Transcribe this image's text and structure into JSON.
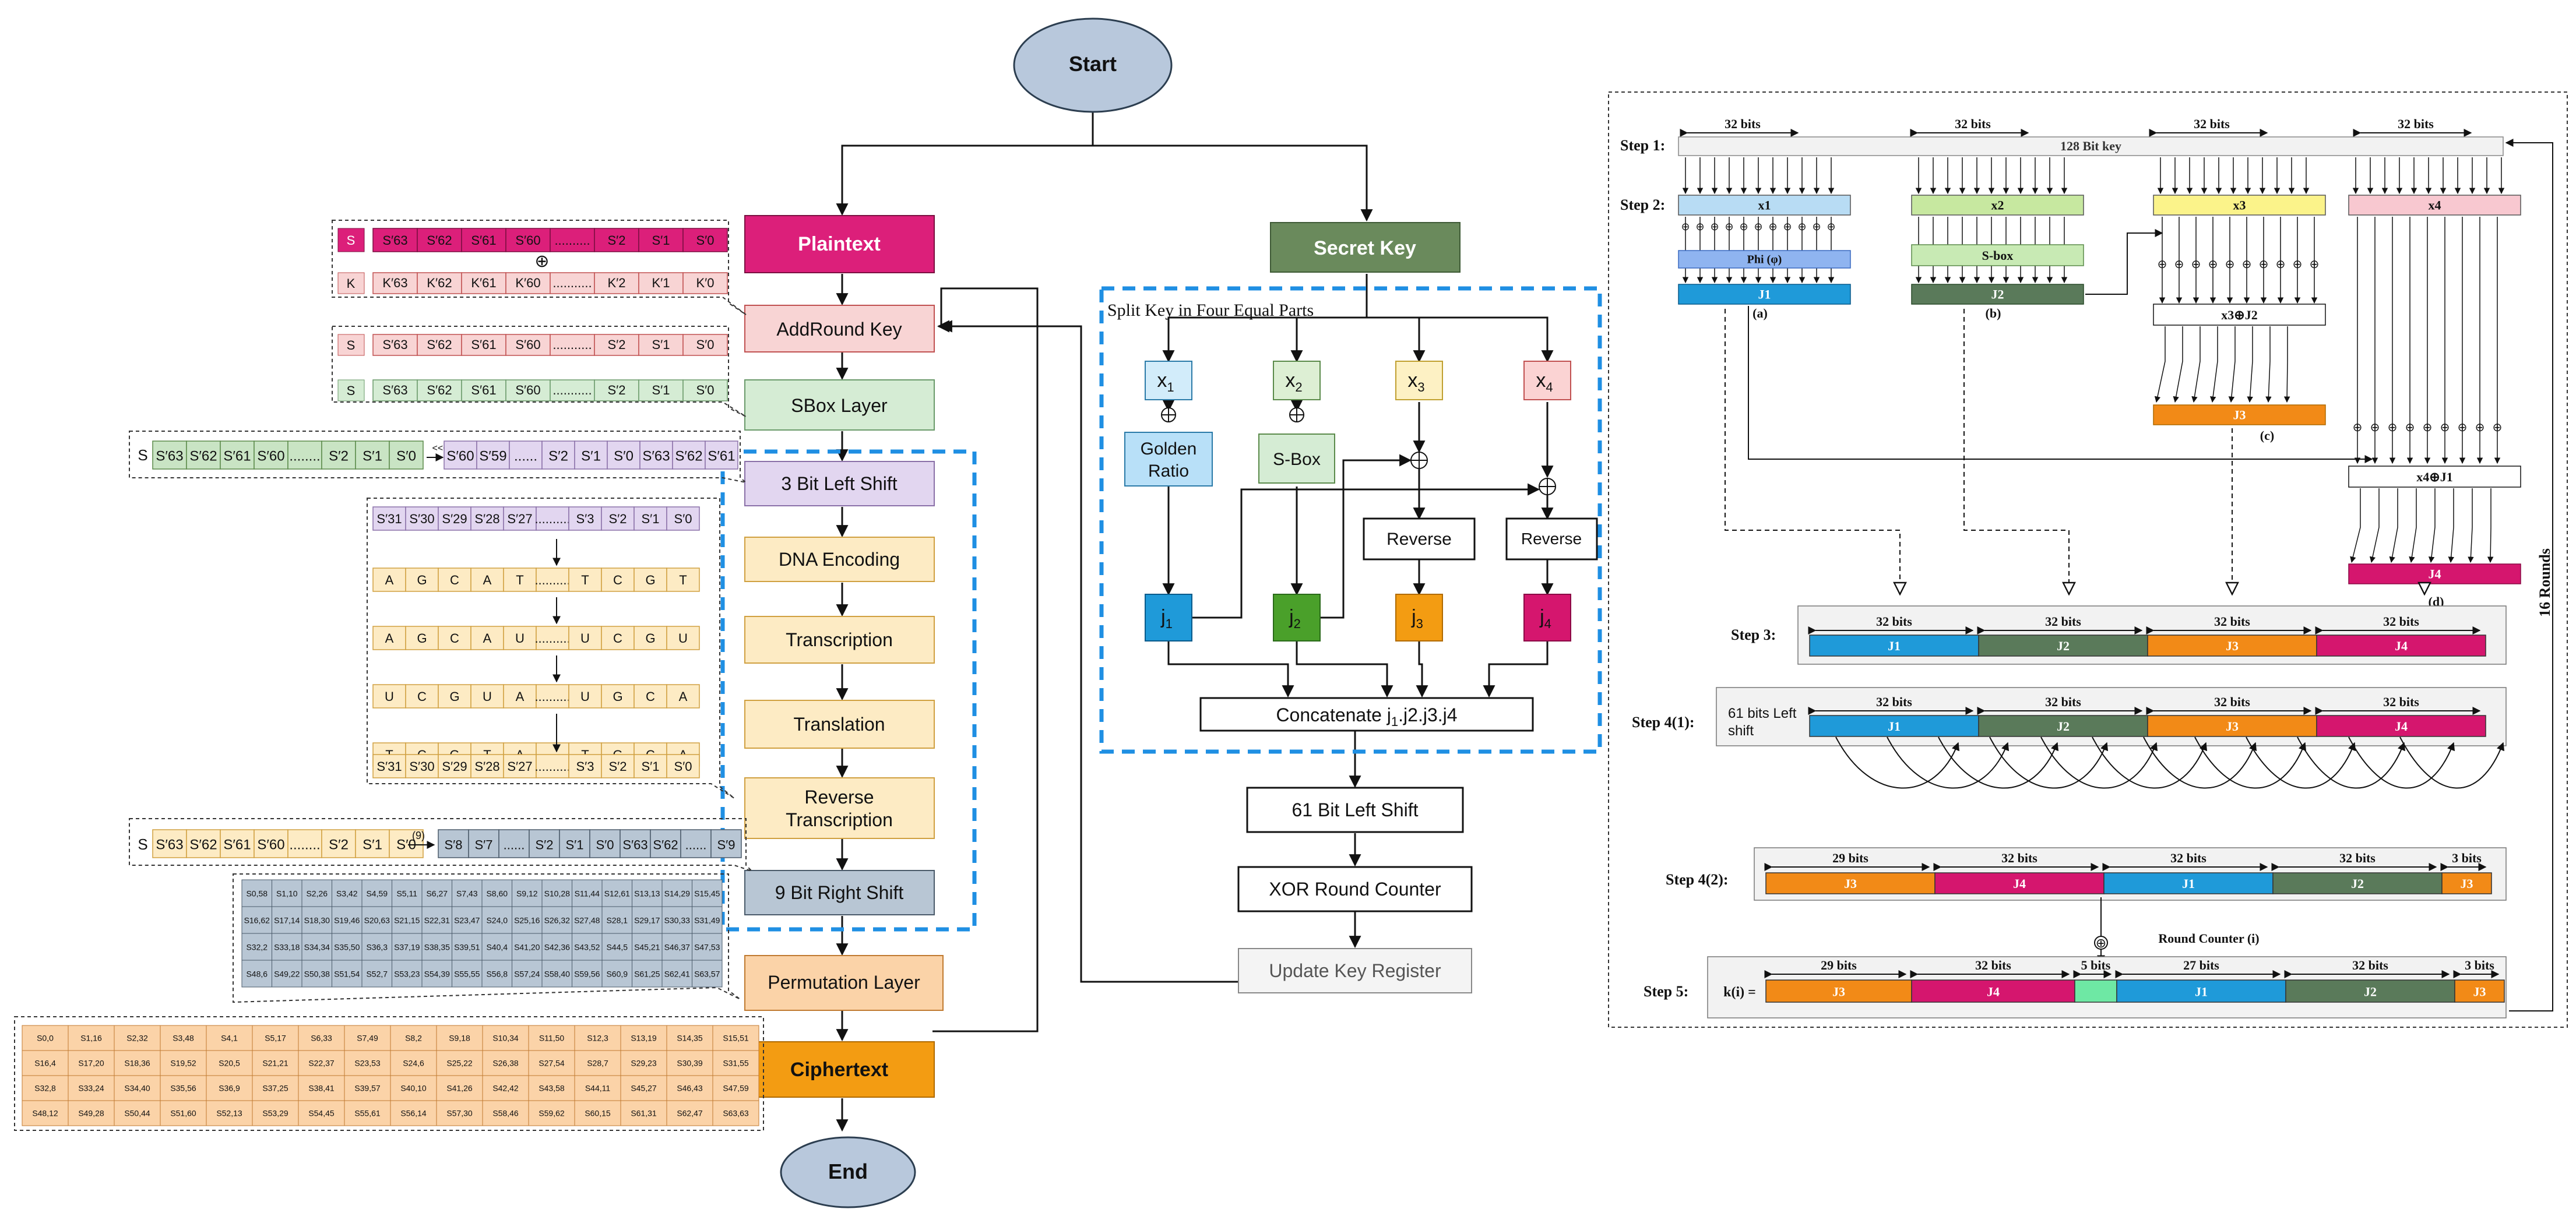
{
  "flow": {
    "start": "Start",
    "end": "End",
    "plaintext": "Plaintext",
    "secret_key": "Secret Key",
    "ciphertext": "Ciphertext",
    "addroundkey": "AddRound Key",
    "sbox": "SBox Layer",
    "shift3": "3 Bit Left Shift",
    "dna": "DNA Encoding",
    "transcription": "Transcription",
    "translation": "Translation",
    "reverse_l1": "Reverse",
    "reverse_l2": "Transcription",
    "shift9": "9 Bit Right Shift",
    "permutation": "Permutation Layer"
  },
  "keyflow": {
    "split_title": "Split Key in Four Equal Parts",
    "x": [
      "x",
      "x",
      "x",
      "x"
    ],
    "x_sub": [
      "1",
      "2",
      "3",
      "4"
    ],
    "golden1": "Golden",
    "golden2": "Ratio",
    "sbox": "S-Box",
    "reverse": "Reverse",
    "j": [
      "j",
      "j",
      "j",
      "j"
    ],
    "concat_prefix": "Concatenate j",
    "concat_rest": ".j2.j3.j4",
    "shift61": "61 Bit Left Shift",
    "xor_counter": "XOR Round Counter",
    "update": "Update Key Register"
  },
  "state_rows": {
    "s_label": "S",
    "k_label": "K",
    "row1": [
      "S′63",
      "S′62",
      "S′61",
      "S′60",
      "..........",
      "S′2",
      "S′1",
      "S′0"
    ],
    "row2": [
      "K′63",
      "K′62",
      "K′61",
      "K′60",
      "...........",
      "K′2",
      "K′1",
      "K′0"
    ],
    "row3": [
      "S′63",
      "S′62",
      "S′61",
      "S′60",
      "...........",
      "S′2",
      "S′1",
      "S′0"
    ],
    "row4": [
      "S′63",
      "S′62",
      "S′61",
      "S′60",
      "...........",
      "S′2",
      "S′1",
      "S′0"
    ],
    "shift3_left": [
      "S′63",
      "S′62",
      "S′61",
      "S′60",
      "........",
      "S′2",
      "S′1",
      "S′0"
    ],
    "shift3_arrow": "<<<3",
    "shift3_right": [
      "S′60",
      "S′59",
      "......",
      "S′2",
      "S′1",
      "S′0",
      "S′63",
      "S′62",
      "S′61"
    ],
    "dna_header": [
      "S′31",
      "S′30",
      "S′29",
      "S′28",
      "S′27",
      "..........",
      "S′3",
      "S′2",
      "S′1",
      "S′0"
    ],
    "dna_row1": [
      "A",
      "G",
      "C",
      "A",
      "T",
      "..........",
      "T",
      "C",
      "G",
      "T"
    ],
    "dna_row2": [
      "A",
      "G",
      "C",
      "A",
      "U",
      "..........",
      "U",
      "C",
      "G",
      "U"
    ],
    "dna_row3": [
      "U",
      "C",
      "G",
      "U",
      "A",
      "..........",
      "U",
      "G",
      "C",
      "A"
    ],
    "dna_row4": [
      "T",
      "C",
      "G",
      "T",
      "A",
      "..........",
      "T",
      "G",
      "C",
      "A"
    ],
    "dna_footer": [
      "S′31",
      "S′30",
      "S′29",
      "S′28",
      "S′27",
      "..........",
      "S′3",
      "S′2",
      "S′1",
      "S′0"
    ],
    "shift9_left": [
      "S′63",
      "S′62",
      "S′61",
      "S′60",
      "........",
      "S′2",
      "S′1",
      "S′0"
    ],
    "shift9_arrow": "(9)",
    "shift9_right": [
      "S′8",
      "S′7",
      "......",
      "S′2",
      "S′1",
      "S′0",
      "S′63",
      "S′62",
      "......",
      "S′9"
    ],
    "grid9": [
      [
        "S0,58",
        "S1,10",
        "S2,26",
        "S3,42",
        "S4,59",
        "S5,11",
        "S6,27",
        "S7,43",
        "S8,60",
        "S9,12",
        "S10,28",
        "S11,44",
        "S12,61",
        "S13,13",
        "S14,29",
        "S15,45"
      ],
      [
        "S16,62",
        "S17,14",
        "S18,30",
        "S19,46",
        "S20,63",
        "S21,15",
        "S22,31",
        "S23,47",
        "S24,0",
        "S25,16",
        "S26,32",
        "S27,48",
        "S28,1",
        "S29,17",
        "S30,33",
        "S31,49"
      ],
      [
        "S32,2",
        "S33,18",
        "S34,34",
        "S35,50",
        "S36,3",
        "S37,19",
        "S38,35",
        "S39,51",
        "S40,4",
        "S41,20",
        "S42,36",
        "S43,52",
        "S44,5",
        "S45,21",
        "S46,37",
        "S47,53"
      ],
      [
        "S48,6",
        "S49,22",
        "S50,38",
        "S51,54",
        "S52,7",
        "S53,23",
        "S54,39",
        "S55,55",
        "S56,8",
        "S57,24",
        "S58,40",
        "S59,56",
        "S60,9",
        "S61,25",
        "S62,41",
        "S63,57"
      ]
    ],
    "grid_perm": [
      [
        "S0,0",
        "S1,16",
        "S2,32",
        "S3,48",
        "S4,1",
        "S5,17",
        "S6,33",
        "S7,49",
        "S8,2",
        "S9,18",
        "S10,34",
        "S11,50",
        "S12,3",
        "S13,19",
        "S14,35",
        "S15,51"
      ],
      [
        "S16,4",
        "S17,20",
        "S18,36",
        "S19,52",
        "S20,5",
        "S21,21",
        "S22,37",
        "S23,53",
        "S24,6",
        "S25,22",
        "S26,38",
        "S27,54",
        "S28,7",
        "S29,23",
        "S30,39",
        "S31,55"
      ],
      [
        "S32,8",
        "S33,24",
        "S34,40",
        "S35,56",
        "S36,9",
        "S37,25",
        "S38,41",
        "S39,57",
        "S40,10",
        "S41,26",
        "S42,42",
        "S43,58",
        "S44,11",
        "S45,27",
        "S46,43",
        "S47,59"
      ],
      [
        "S48,12",
        "S49,28",
        "S50,44",
        "S51,60",
        "S52,13",
        "S53,29",
        "S54,45",
        "S55,61",
        "S56,14",
        "S57,30",
        "S58,46",
        "S59,62",
        "S60,15",
        "S61,31",
        "S62,47",
        "S63,63"
      ]
    ]
  },
  "schedule": {
    "step1": "Step 1:",
    "step2": "Step 2:",
    "step3": "Step 3:",
    "step41": "Step 4(1):",
    "step42": "Step 4(2):",
    "step5": "Step 5:",
    "bits32": "32 bits",
    "bits29": "29 bits",
    "bits27": "27 bits",
    "bits5": "5 bits",
    "bits3": "3 bits",
    "key128": "128 Bit key",
    "xs": [
      "x1",
      "x2",
      "x3",
      "x4"
    ],
    "phi": "Phi (φ)",
    "sbox": "S-box",
    "j": [
      "J1",
      "J2",
      "J3",
      "J4"
    ],
    "sub": [
      "(a)",
      "(b)",
      "(c)",
      "(d)"
    ],
    "x3xor": "x3⊕J2",
    "x4xor": "x4⊕J1",
    "shift61_1": "61 bits Left",
    "shift61_2": "shift",
    "round_counter": "Round Counter (i)",
    "ki": "k(i) =",
    "rounds": "16 Rounds"
  },
  "colors": {
    "plaintext": "#dc1f7a",
    "secret_key": "#6a8a5c",
    "ciphertext": "#f39c12",
    "j1": "#1f9ad9",
    "j2": "#5a7a5a",
    "j3": "#f28a17",
    "j4": "#d5166e",
    "dash_blue": "#1f8fe3",
    "rc": "#6ee8a4"
  }
}
